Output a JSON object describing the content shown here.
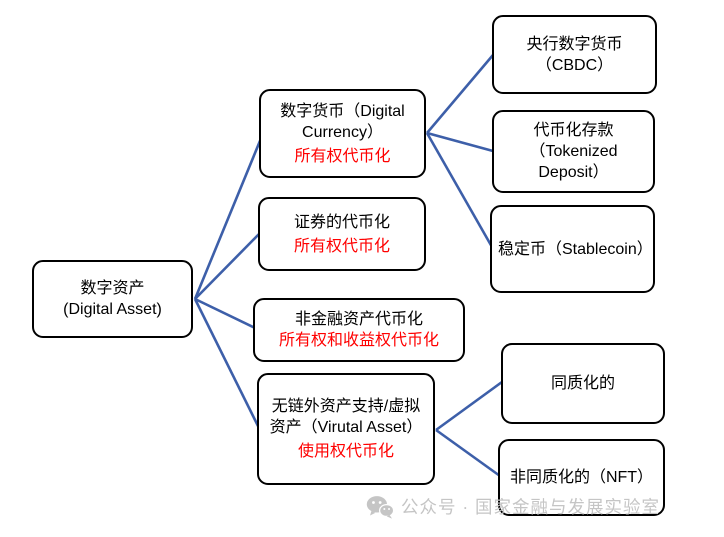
{
  "nodes": {
    "root": {
      "title": "数字资产",
      "subtitle": "(Digital Asset)"
    },
    "digital_currency": {
      "title": "数字货币（Digital Currency）",
      "note": "所有权代币化"
    },
    "securities": {
      "title": "证券的代币化",
      "note": "所有权代币化"
    },
    "non_financial": {
      "title": "非金融资产代币化",
      "note": "所有权和收益权代币化"
    },
    "virtual_asset": {
      "title": "无链外资产支持/虚拟资产（Virutal Asset）",
      "note": "使用权代币化"
    },
    "cbdc": {
      "title": "央行数字货币（CBDC）"
    },
    "tokenized_deposit": {
      "title": "代币化存款（Tokenized Deposit）"
    },
    "stablecoin": {
      "title": "稳定币（Stablecoin）"
    },
    "fungible": {
      "title": "同质化的"
    },
    "nft": {
      "title": "非同质化的（NFT）"
    }
  },
  "watermark": {
    "icon": "wechat-icon",
    "text": "公众号 · 国家金融与发展实验室"
  },
  "colors": {
    "connector_blue": "#3D5FA9",
    "note_red": "#FF0000",
    "box_border": "#000000",
    "watermark_gray": "#C5C5C5"
  }
}
